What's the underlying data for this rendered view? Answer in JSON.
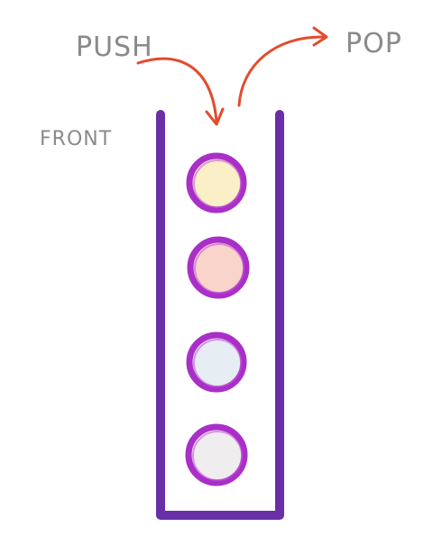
{
  "labels": {
    "push": "PUSH",
    "pop": "POP",
    "front": "FRONT"
  },
  "colors": {
    "container": "#6a2ea6",
    "arrow": "#e34b2e",
    "label_text": "#8a8a8a",
    "ball_outline": "#a92fc8"
  },
  "stack_items": [
    {
      "name": "stack-ball-1",
      "fill": "#fbefc7"
    },
    {
      "name": "stack-ball-2",
      "fill": "#f8d4cb"
    },
    {
      "name": "stack-ball-3",
      "fill": "#e6edf3"
    },
    {
      "name": "stack-ball-4",
      "fill": "#efeded"
    }
  ]
}
